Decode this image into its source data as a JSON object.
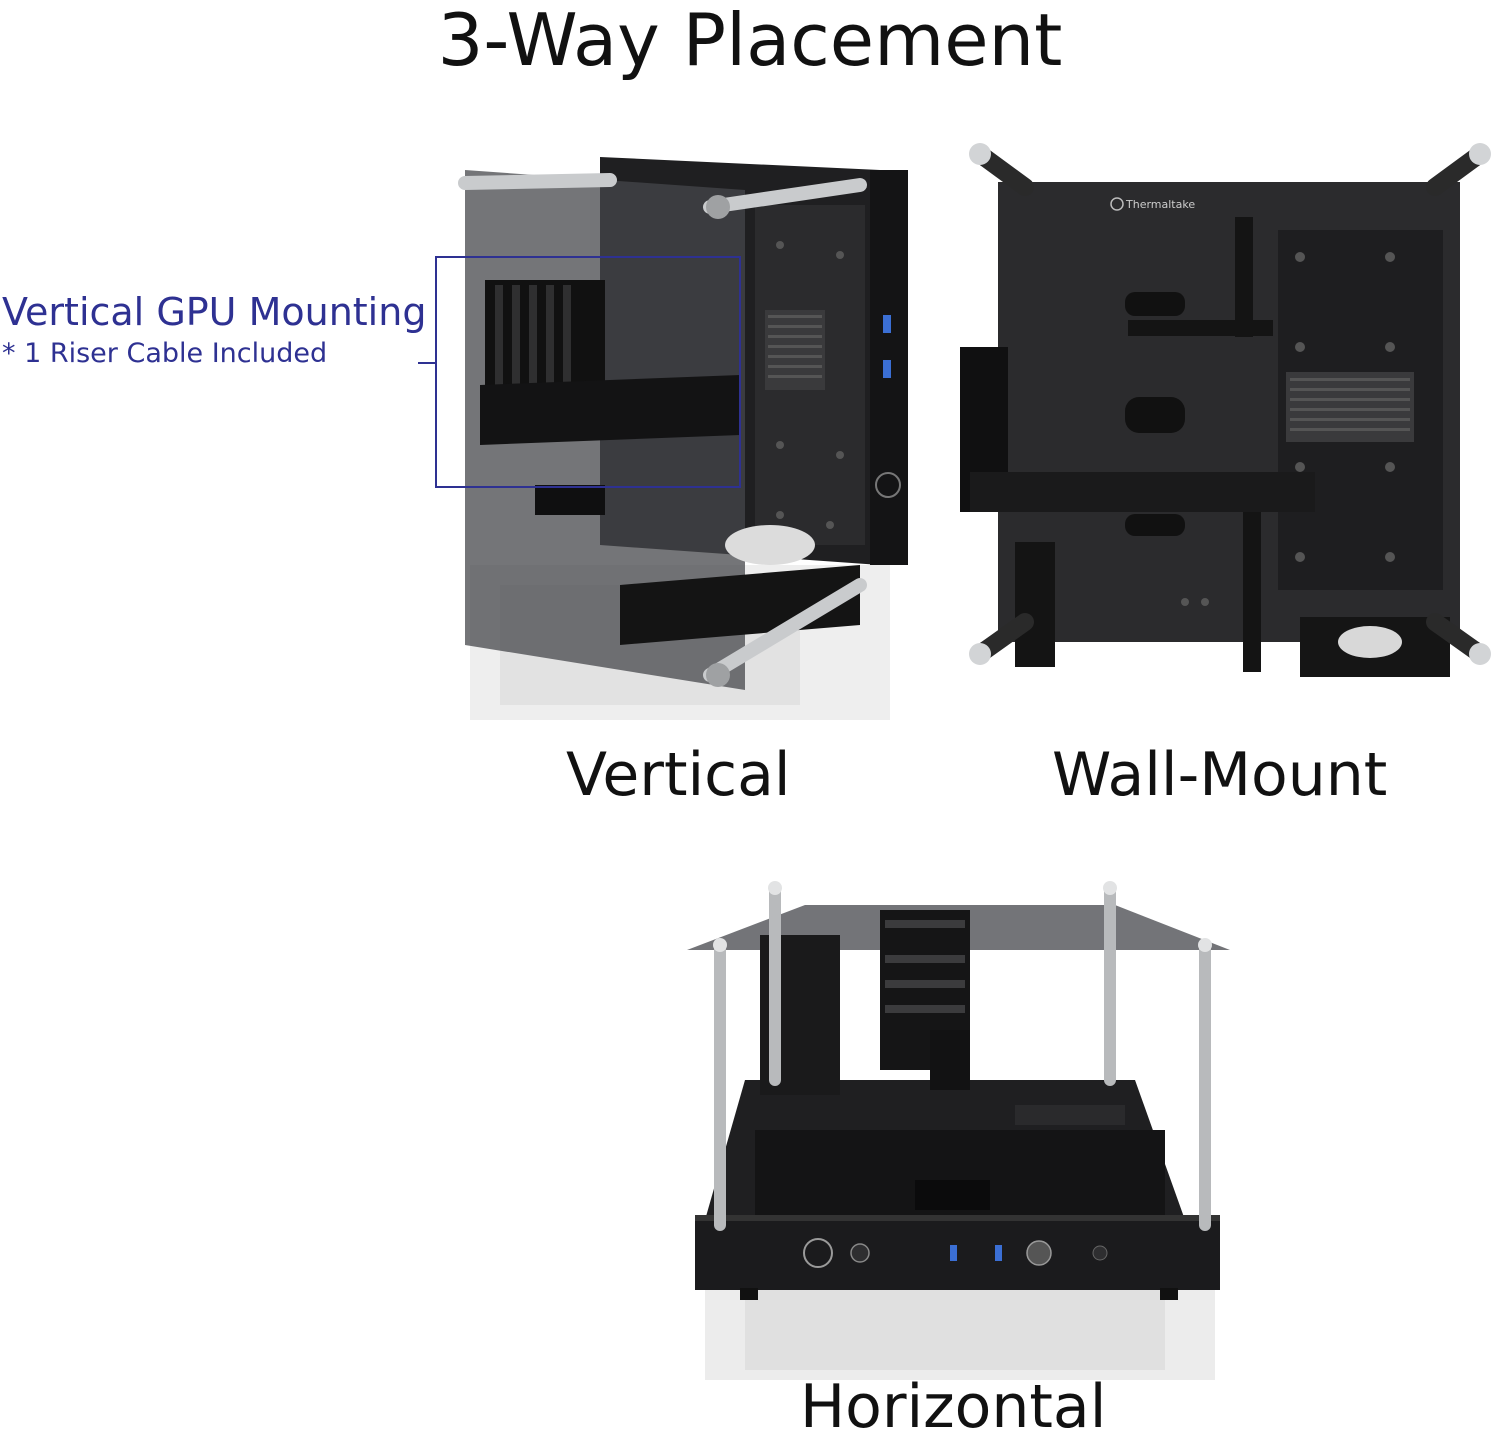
{
  "heading": "3-Way Placement",
  "placements": {
    "vertical": "Vertical",
    "wall_mount": "Wall-Mount",
    "horizontal": "Horizontal"
  },
  "callout": {
    "title": "Vertical GPU Mounting",
    "subtitle": "* 1 Riser Cable Included",
    "color": "#2e3192"
  },
  "brand": {
    "name": "Thermaltake"
  },
  "colors": {
    "case_body": "#1c1c1e",
    "panel": "#2a2a2c",
    "glass": "#3c3d40",
    "metal_rod": "#c9cbcd"
  }
}
